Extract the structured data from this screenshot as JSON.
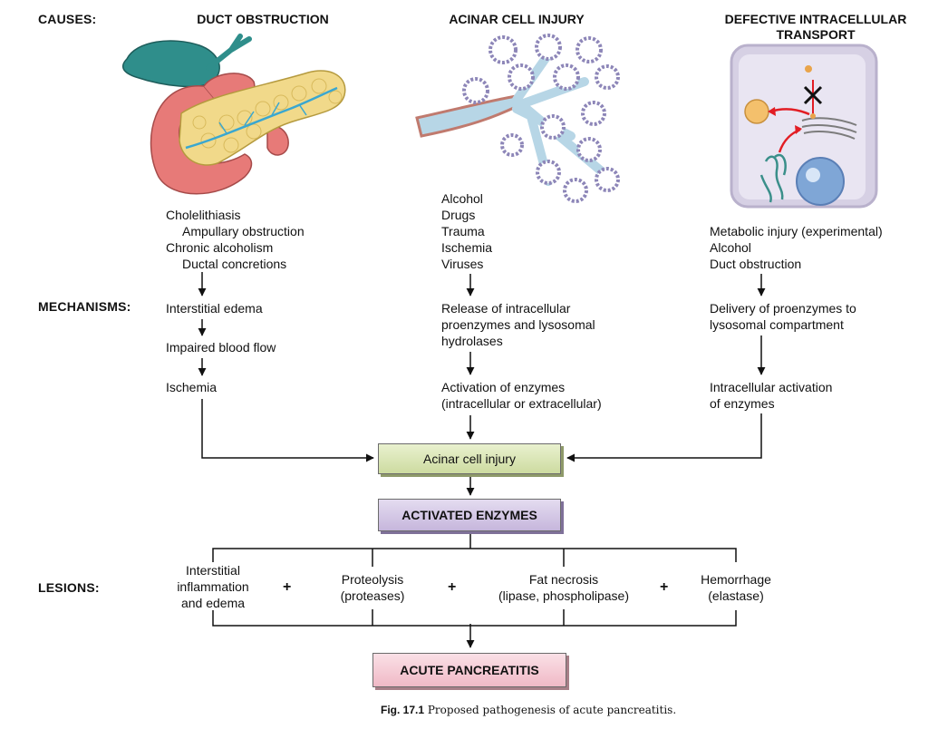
{
  "row_labels": {
    "causes": "CAUSES:",
    "mechanisms": "MECHANISMS:",
    "lesions": "LESIONS:"
  },
  "columns": {
    "duct": {
      "heading": "DUCT OBSTRUCTION",
      "causes": [
        "Cholelithiasis",
        "Ampullary obstruction",
        "Chronic alcoholism",
        "Ductal concretions"
      ],
      "mechanisms": [
        "Interstitial edema",
        "Impaired blood flow",
        "Ischemia"
      ]
    },
    "acinar": {
      "heading": "ACINAR CELL INJURY",
      "causes": [
        "Alcohol",
        "Drugs",
        "Trauma",
        "Ischemia",
        "Viruses"
      ],
      "mechanisms": [
        "Release of intracellular",
        "proenzymes and lysosomal",
        "hydrolases",
        "Activation of enzymes",
        "(intracellular or extracellular)"
      ]
    },
    "transport": {
      "heading_line1": "DEFECTIVE INTRACELLULAR",
      "heading_line2": "TRANSPORT",
      "causes": [
        "Metabolic injury (experimental)",
        "Alcohol",
        "Duct obstruction"
      ],
      "mechanisms": [
        "Delivery of proenzymes to",
        "lysosomal compartment",
        "Intracellular activation",
        "of enzymes"
      ]
    }
  },
  "boxes": {
    "acinar_injury": "Acinar cell injury",
    "activated_enzymes": "ACTIVATED ENZYMES",
    "acute_pancreatitis": "ACUTE PANCREATITIS"
  },
  "lesions": [
    [
      "Interstitial",
      "inflammation",
      "and edema"
    ],
    [
      "Proteolysis",
      "(proteases)"
    ],
    [
      "Fat necrosis",
      "(lipase, phospholipase)"
    ],
    [
      "Hemorrhage",
      "(elastase)"
    ]
  ],
  "plus_sign": "+",
  "caption": {
    "fig": "Fig. 17.1",
    "text": "Proposed pathogenesis of acute pancreatitis."
  },
  "colors": {
    "box_green": "#d8e4b3",
    "box_purple": "#d3c7e6",
    "box_pink": "#f5c9d3",
    "pancreas": "#f1d98a",
    "duodenum": "#e77a78",
    "gallbladder": "#2f8e8b",
    "acinus": "#b7d6e6"
  },
  "icons": {
    "pancreas": "pancreas-illustration",
    "acinus": "acinus-illustration",
    "cell": "cell-illustration",
    "blocked": "cross-mark-icon"
  }
}
